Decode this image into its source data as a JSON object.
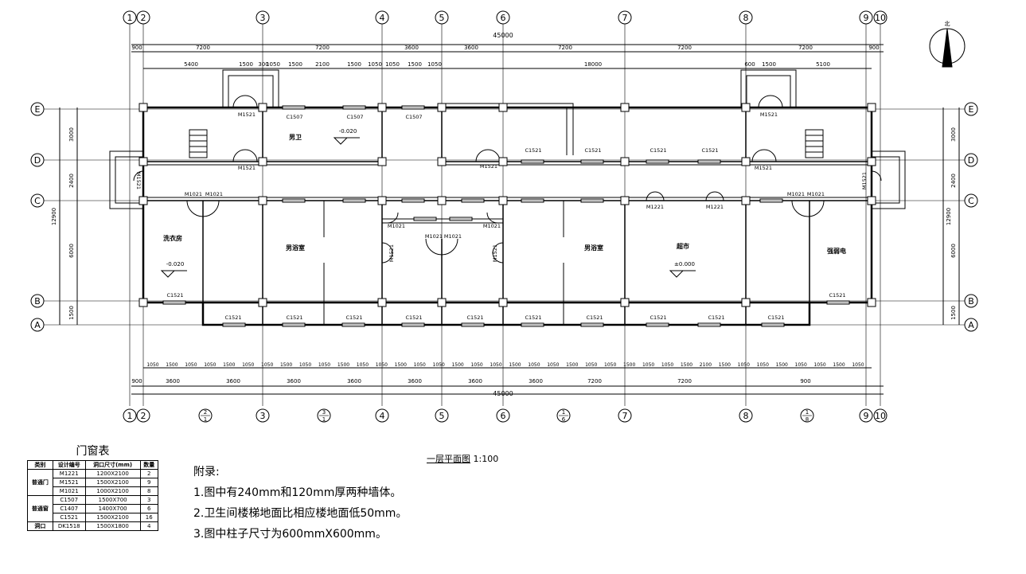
{
  "north": "北",
  "axes": {
    "numbers": [
      "1",
      "2",
      "3",
      "4",
      "5",
      "6",
      "7",
      "8",
      "9",
      "10"
    ],
    "letters": [
      "A",
      "B",
      "C",
      "D",
      "E"
    ],
    "sub_axes": [
      {
        "num": "2",
        "den": "1"
      },
      {
        "num": "3",
        "den": "1"
      },
      {
        "num": "1",
        "den": "6"
      },
      {
        "num": "1",
        "den": "8"
      }
    ]
  },
  "dims": {
    "total": "45000",
    "top_row1": [
      "900",
      "7200",
      "7200",
      "3600",
      "3600",
      "7200",
      "7200",
      "7200",
      "900"
    ],
    "top_row2": [
      "5400",
      "1500",
      "300",
      "1050",
      "1500",
      "2100",
      "1500",
      "1050",
      "1050",
      "1500",
      "1050",
      "18000",
      "600",
      "1500",
      "5100"
    ],
    "bottom_row1": [
      "1050",
      "1500",
      "1050",
      "1050",
      "1500",
      "1050",
      "1050",
      "1500",
      "1050",
      "1050",
      "1500",
      "1050",
      "1050",
      "1500",
      "1050",
      "1050",
      "1500",
      "1050",
      "1050",
      "1500",
      "1050",
      "1050",
      "1500",
      "1050",
      "1050",
      "1500",
      "1050",
      "1050",
      "1500",
      "2100",
      "1500",
      "1050",
      "1050",
      "1500",
      "1050",
      "1050",
      "1500",
      "1050"
    ],
    "bottom_row2": [
      "900",
      "3600",
      "3600",
      "3600",
      "3600",
      "3600",
      "3600",
      "3600",
      "7200",
      "7200",
      "900"
    ],
    "left": [
      "3000",
      "2400",
      "6000",
      "1500"
    ],
    "left_total": "12900",
    "right": [
      "3000",
      "2400",
      "6000",
      "1500"
    ],
    "right_total": "12900"
  },
  "rooms": {
    "laundry": "洗衣房",
    "men_wc": "男卫",
    "men_bath_left": "男浴室",
    "men_bath_right": "男浴室",
    "supermarket": "超市",
    "electric": "强弱电"
  },
  "levels": {
    "wc": "-0.020",
    "laundry": "-0.020",
    "market": "±0.000"
  },
  "labels": {
    "M1521": "M1521",
    "M1021": "M1021",
    "M1221": "M1221",
    "C1507": "C1507",
    "C1521": "C1521"
  },
  "schedule": {
    "caption": "门窗表",
    "headers": [
      "类别",
      "设计编号",
      "洞口尺寸(mm)",
      "数量"
    ],
    "groups": [
      {
        "category": "普通门",
        "rows": [
          [
            "M1221",
            "1200X2100",
            "2"
          ],
          [
            "M1521",
            "1500X2100",
            "9"
          ],
          [
            "M1021",
            "1000X2100",
            "8"
          ]
        ]
      },
      {
        "category": "普通窗",
        "rows": [
          [
            "C1507",
            "1500X700",
            "3"
          ],
          [
            "C1407",
            "1400X700",
            "6"
          ],
          [
            "C1521",
            "1500X2100",
            "16"
          ]
        ]
      },
      {
        "category": "洞口",
        "rows": [
          [
            "DK1518",
            "1500X1800",
            "4"
          ]
        ]
      }
    ]
  },
  "notes": {
    "title": "附录:",
    "items": [
      "1.图中有240mm和120mm厚两种墙体。",
      "2.卫生间楼梯地面比相应楼地面低50mm。",
      "3.图中柱子尺寸为600mmX600mm。"
    ]
  },
  "drawing_title": {
    "name": "一层平面图",
    "scale": "1:100"
  }
}
